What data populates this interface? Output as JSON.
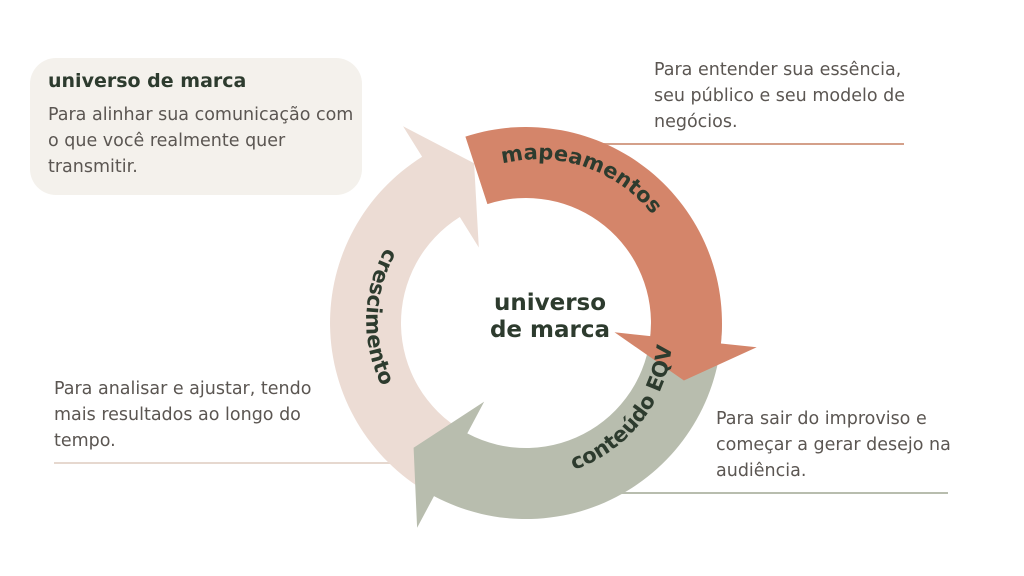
{
  "card": {
    "title": "universo de marca",
    "body": "Para alinhar sua comunicação com o que você realmente quer transmitir."
  },
  "notes": {
    "top": "Para entender sua essência, seu público e seu modelo de negócios.",
    "left": "Para analisar e ajustar, tendo mais resultados ao longo do tempo.",
    "right": "Para sair do improviso e começar a gerar desejo na audiência."
  },
  "center": "universo\nde marca",
  "cycle": [
    {
      "label": "mapeamentos",
      "color": "#d4856a"
    },
    {
      "label": "conteúdo EQV",
      "color": "#b8bdae"
    },
    {
      "label": "crescimento",
      "color": "#ecdcd4"
    }
  ],
  "colors": {
    "text_dark": "#2d3b2e",
    "text_body": "#5b5652",
    "card_bg": "#f4f1ec",
    "line_top": "#d4a08a",
    "line_left": "#e6d8cf",
    "line_right": "#b8bdae"
  }
}
